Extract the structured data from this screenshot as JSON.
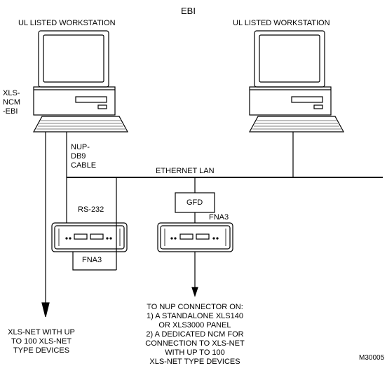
{
  "title": "EBI",
  "workstation_left_label": "UL LISTED WORKSTATION",
  "workstation_right_label": "UL LISTED WORKSTATION",
  "xls_ncm_label": "XLS-\nNCM\n-EBI",
  "nup_cable_label": "NUP-\nDB9\nCABLE",
  "ethernet_label": "ETHERNET LAN",
  "rs232_label": "RS-232",
  "gfd_label": "GFD",
  "fna3_left_label": "FNA3",
  "fna3_right_label": "FNA3",
  "xlsnet_left_text": "XLS-NET WITH UP\nTO 100 XLS-NET\nTYPE DEVICES",
  "nup_connector_text": "TO NUP CONNECTOR ON:\n1) A STANDALONE XLS140\nOR XLS3000 PANEL\n2) A DEDICATED NCM FOR\nCONNECTION  TO XLS-NET\nWITH UP TO 100\nXLS-NET TYPE DEVICES",
  "drawing_number": "M30005"
}
